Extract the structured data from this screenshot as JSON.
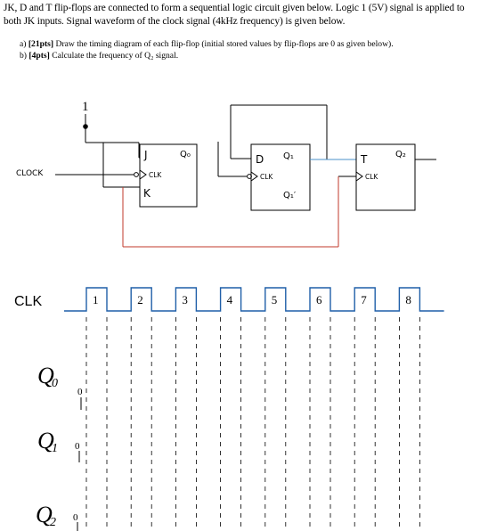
{
  "problem": {
    "intro": "JK, D and T flip-flops are connected to form a sequential logic circuit given below. Logic 1 (5V) signal is applied to both JK inputs. Signal waveform of the clock signal (4kHz frequency) is given below.",
    "part_a_label": "a)",
    "part_a_points": "[21pts]",
    "part_a_text": "Draw the timing diagram of each flip-flop (initial stored values by flip-flops are 0 as given below).",
    "part_b_label": "b)",
    "part_b_points": "[4pts]",
    "part_b_text": "Calculate the frequency of Q₂ signal."
  },
  "circuit": {
    "logic_one": "1",
    "clock_label": "CLOCK",
    "jk": {
      "j": "J",
      "k": "K",
      "clk": "CLK",
      "q": "Q₀"
    },
    "d": {
      "d": "D",
      "clk": "CLK",
      "q": "Q₁",
      "qbar": "Q₁′"
    },
    "t": {
      "t": "T",
      "clk": "CLK",
      "q": "Q₂"
    },
    "colors": {
      "wire": "#000000",
      "feedback": "#c0392b",
      "q2_link": "#4a90c8"
    }
  },
  "timing": {
    "clk_label": "CLK",
    "pulses": [
      "1",
      "2",
      "3",
      "4",
      "5",
      "6",
      "7",
      "8"
    ],
    "signals": [
      {
        "name": "Q",
        "sub": "0",
        "initial": "0"
      },
      {
        "name": "Q",
        "sub": "1",
        "initial": "0"
      },
      {
        "name": "Q",
        "sub": "2",
        "initial": "0"
      }
    ]
  }
}
